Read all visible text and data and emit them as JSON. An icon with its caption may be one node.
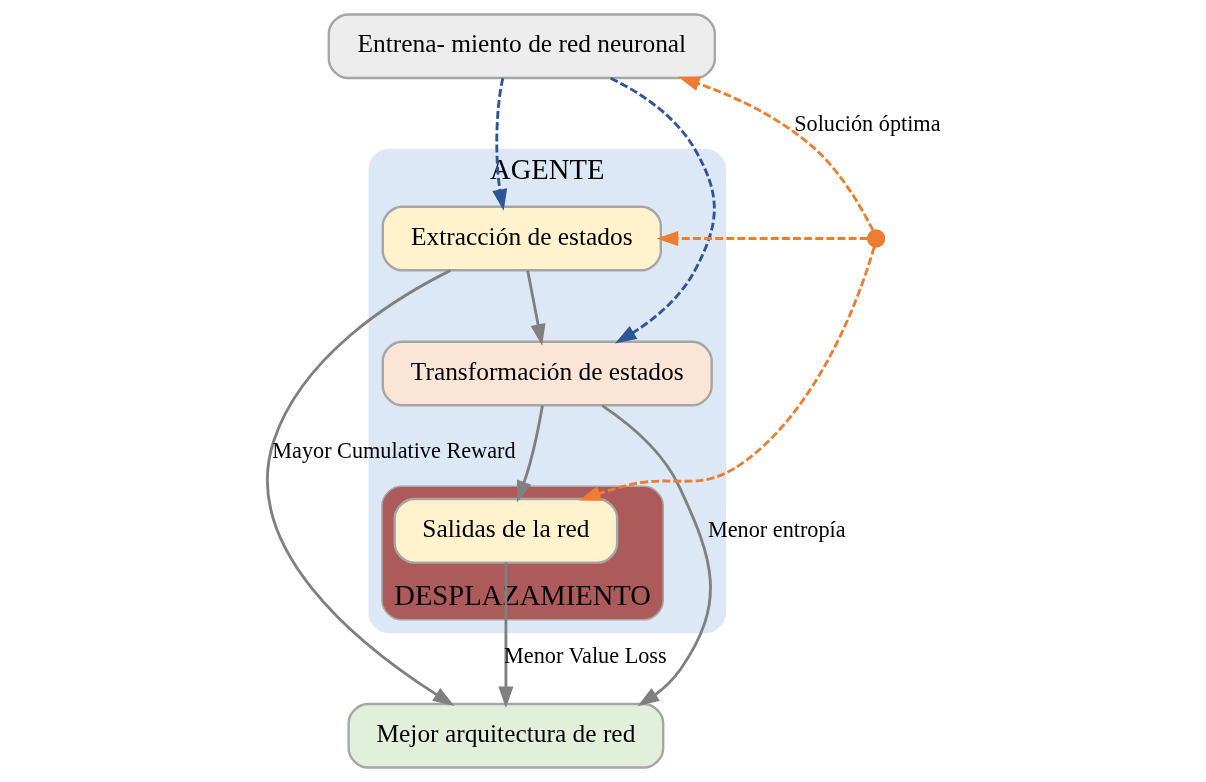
{
  "diagram": {
    "nodes": [
      {
        "text": [
          "Entrena- miento de red neuronal"
        ]
      },
      {
        "text": [
          "AGENTE"
        ]
      },
      {
        "text": [
          "Extracción de estados"
        ],
        "in": 1
      },
      {
        "text": [
          "Transformación de estados"
        ],
        "in": 1
      },
      {
        "text": [
          "DESPLAZAMIENTO"
        ],
        "in": 1
      },
      {
        "text": [
          "Salidas de la red"
        ],
        "in": 4
      },
      {
        "text": [
          "Mejor arquitectura de red"
        ]
      },
      {
        "text": [],
        "shape": "circle"
      }
    ],
    "edges": [
      {
        "from": 0,
        "to": 2,
        "arrow": "to",
        "style": "dashed",
        "color": "#2f5597"
      },
      {
        "from": 0,
        "to": 3,
        "arrow": "to",
        "style": "dashed",
        "color": "#2f5597"
      },
      {
        "from": 7,
        "to": 2,
        "arrow": "to",
        "style": "dashed",
        "color": "#ed7d31"
      },
      {
        "from": 7,
        "to": 0,
        "arrow": "to",
        "label": "Solución óptima",
        "style": "dashed",
        "color": "#ed7d31"
      },
      {
        "from": 7,
        "to": 5,
        "arrow": "to",
        "style": "dashed",
        "color": "#ed7d31"
      },
      {
        "from": 2,
        "to": 3,
        "arrow": "to"
      },
      {
        "from": 3,
        "to": 5,
        "arrow": "to"
      },
      {
        "from": 2,
        "to": 6,
        "arrow": "to",
        "label": "Mayor Cumulative Reward"
      },
      {
        "from": 3,
        "to": 6,
        "arrow": "to",
        "label": "Menor entropía"
      },
      {
        "from": 5,
        "to": 6,
        "arrow": "to",
        "label": "Menor Value Loss"
      }
    ]
  }
}
